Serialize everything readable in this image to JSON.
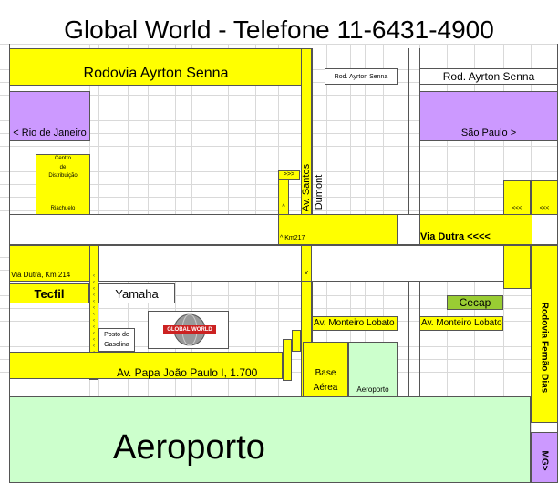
{
  "header": {
    "title": "Global World - Telefone 11-6431-4900"
  },
  "roads": {
    "ayrton_senna_main": "Rodovia Ayrton Senna",
    "ayrton_senna_small": "Rod. Ayrton Senna",
    "ayrton_senna_tiny": "Rod. Ayrton Senna",
    "via_dutra": "Via Dutra <<<<",
    "via_dutra_km": "Via Dutra, Km 214",
    "km217": "^ Km217",
    "av_santos": "Av. Santos",
    "dumont": "Dumont",
    "monteiro_lobato_1": "Av. Monteiro Lobato",
    "monteiro_lobato_2": "Av. Monteiro Lobato",
    "papa_joao": "Av. Papa João Paulo I, 1.700",
    "fernao_dias": "Rodovia Fernão Dias"
  },
  "places": {
    "rio": "< Rio de Janeiro",
    "sao_paulo": "São Paulo >",
    "centro_line1": "Centro",
    "centro_line2": "de",
    "centro_line3": "Distribuição",
    "riachuelo": "Riachuelo",
    "tecfil": "Tecfil",
    "yamaha": "Yamaha",
    "posto_line1": "Posto de",
    "posto_line2": "Gasolina",
    "cecap": "Cecap",
    "base_line1": "Base",
    "base_line2": "Aérea",
    "aeroporto_small": "Aeroporto",
    "aeroporto_big": "Aeroporto",
    "logo_text": "GLOBAL WORLD",
    "bottom_right": "MG>"
  },
  "markers": {
    "arrows_right": ">>>",
    "caret_up": "^",
    "caret_down": "v",
    "arrows_left": "<<<",
    "arrows_left_2": "<<<"
  },
  "colors": {
    "yellow": "#ffff00",
    "purple": "#cc99ff",
    "light_green": "#ccffcc",
    "cecap_green": "#99cc33",
    "logo_red": "#cc2222"
  }
}
